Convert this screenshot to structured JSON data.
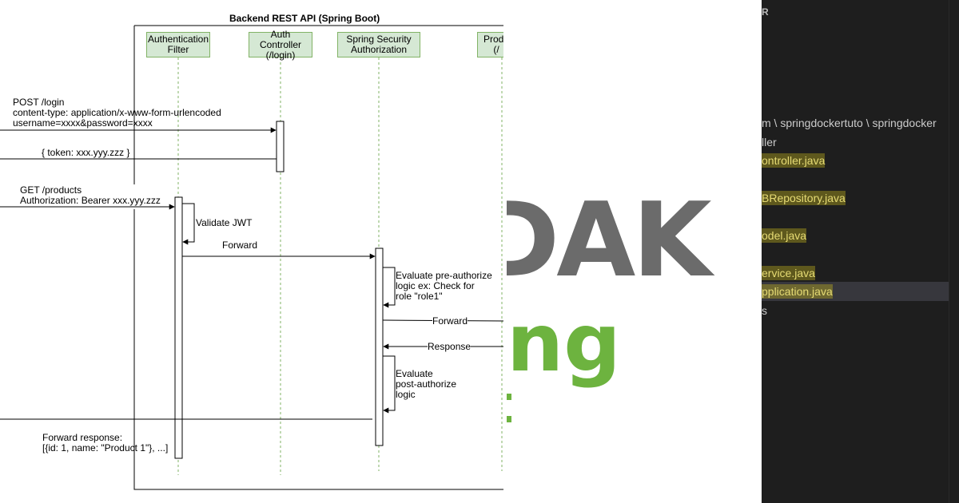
{
  "diagram": {
    "frame_title": "Backend REST API (Spring Boot)",
    "participants": [
      {
        "label": "Authentication\nFilter"
      },
      {
        "label": "Auth Controller\n(/login)"
      },
      {
        "label": "Spring Security\nAuthorization"
      },
      {
        "label": "Produ\n(/"
      }
    ],
    "messages": {
      "login_request": "POST /login\ncontent-type: application/x-www-form-urlencoded\nusername=xxxx&password=xxxx",
      "token_response": "{  token: xxx.yyy.zzz  }",
      "products_request": "GET /products\nAuthorization: Bearer xxx.yyy.zzz",
      "validate_jwt": "Validate JWT",
      "forward_1": "Forward",
      "pre_authorize": "Evaluate pre-authorize\nlogic ex: Check for\nrole \"role1\"",
      "forward_2": "Forward",
      "response": "Response",
      "post_authorize": "Evaluate\npost-authorize\nlogic",
      "forward_response": "Forward response:\n[{id: 1, name: \"Product 1\"}, ...]"
    },
    "colors": {
      "participant_fill": "#d5e8d4",
      "participant_border": "#82b366",
      "lifeline": "#82b366"
    }
  },
  "logo": {
    "brand_text": "DAK",
    "sub_text": "ng",
    "brand_color": "#6b6b6b",
    "sub_color": "#6db33f"
  },
  "editor": {
    "header": "R",
    "path": "m \\ springdockertuto \\ springdocker",
    "items": [
      {
        "label": "ller",
        "highlighted": false
      },
      {
        "label": "ontroller.java",
        "highlighted": true
      },
      {
        "label": "BRepository.java",
        "highlighted": true
      },
      {
        "label": "odel.java",
        "highlighted": true
      },
      {
        "label": "ervice.java",
        "highlighted": true
      },
      {
        "label": "pplication.java",
        "highlighted": true
      },
      {
        "label": "s",
        "highlighted": false
      }
    ],
    "background": "#1e1e1e"
  }
}
